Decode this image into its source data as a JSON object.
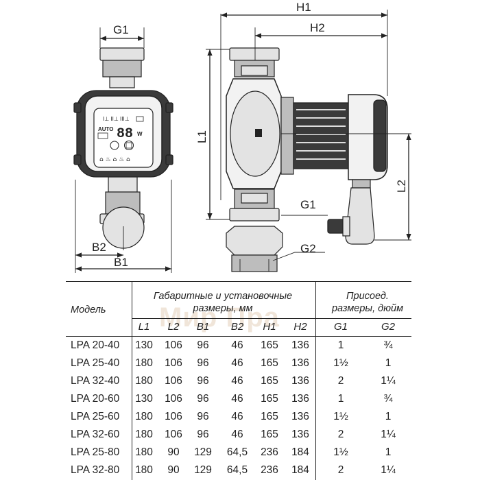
{
  "dimensions": {
    "g1_top": "G1",
    "h1": "H1",
    "h2": "H2",
    "l1": "L1",
    "g1_side": "G1",
    "l2": "L2",
    "g2": "G2",
    "b2": "B2",
    "b1": "B1"
  },
  "panel": {
    "display": "88",
    "unit": "W",
    "mode": "AUTO"
  },
  "watermark": "Мир Пра",
  "table": {
    "model_header": "Модель",
    "group1_header": "Габаритные и установочные размеры, мм",
    "group2_header": "Присоед. размеры, дюйм",
    "columns": [
      "L1",
      "L2",
      "B1",
      "B2",
      "H1",
      "H2",
      "G1",
      "G2"
    ],
    "rows": [
      {
        "model": "LPA 20-40",
        "L1": "130",
        "L2": "106",
        "B1": "96",
        "B2": "46",
        "H1": "165",
        "H2": "136",
        "G1": "1",
        "G2": "¾"
      },
      {
        "model": "LPA 25-40",
        "L1": "180",
        "L2": "106",
        "B1": "96",
        "B2": "46",
        "H1": "165",
        "H2": "136",
        "G1": "1½",
        "G2": "1"
      },
      {
        "model": "LPA 32-40",
        "L1": "180",
        "L2": "106",
        "B1": "96",
        "B2": "46",
        "H1": "165",
        "H2": "136",
        "G1": "2",
        "G2": "1¼"
      },
      {
        "model": "LPA 20-60",
        "L1": "130",
        "L2": "106",
        "B1": "96",
        "B2": "46",
        "H1": "165",
        "H2": "136",
        "G1": "1",
        "G2": "¾"
      },
      {
        "model": "LPA 25-60",
        "L1": "180",
        "L2": "106",
        "B1": "96",
        "B2": "46",
        "H1": "165",
        "H2": "136",
        "G1": "1½",
        "G2": "1"
      },
      {
        "model": "LPA 32-60",
        "L1": "180",
        "L2": "106",
        "B1": "96",
        "B2": "46",
        "H1": "165",
        "H2": "136",
        "G1": "2",
        "G2": "1¼"
      },
      {
        "model": "LPA 25-80",
        "L1": "180",
        "L2": "90",
        "B1": "129",
        "B2": "64,5",
        "H1": "236",
        "H2": "184",
        "G1": "1½",
        "G2": "1"
      },
      {
        "model": "LPA 32-80",
        "L1": "180",
        "L2": "90",
        "B1": "129",
        "B2": "64,5",
        "H1": "236",
        "H2": "184",
        "G1": "2",
        "G2": "1¼"
      }
    ]
  }
}
